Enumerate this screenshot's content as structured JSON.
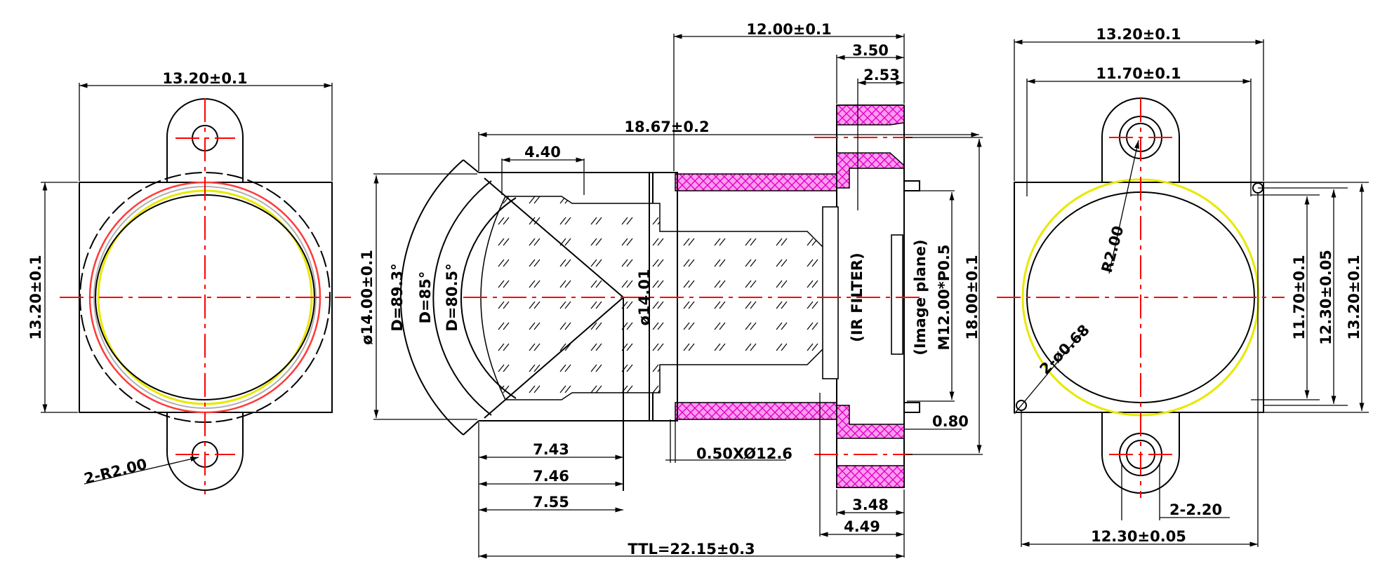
{
  "left_view": {
    "width_dim": "13.20±0.1",
    "height_dim": "13.20±0.1",
    "hole_radius": "2-R2.00"
  },
  "center_view": {
    "overall_length": "12.00±0.1",
    "filter_offset": "3.50",
    "filter_thickness": "2.53",
    "barrel_length": "18.67±0.2",
    "front_length": "4.40",
    "outer_diameter": "ø14.00±0.1",
    "fov_89": "D=89.3°",
    "fov_85": "D=85°",
    "fov_80": "D=80.5°",
    "lens_diameter": "ø14.01",
    "ir_filter": "(IR FILTER)",
    "image_plane": "(Image plane)",
    "thread": "M12.00*P0.5",
    "mount_height": "18.00±0.1",
    "gap": "0.80",
    "len_743": "7.43",
    "len_746": "7.46",
    "len_755": "7.55",
    "back_spacer": "0.50XØ12.6",
    "seat_348": "3.48",
    "seat_449": "4.49",
    "ttl": "TTL=22.15±0.3"
  },
  "right_view": {
    "top_width": "13.20±0.1",
    "inner_width": "11.70±0.1",
    "radius": "R2.00",
    "hole": "2-ø0.68",
    "h_1170": "11.70±0.1",
    "h_1230": "12.30±0.05",
    "h_1320": "13.20±0.1",
    "slot": "2-2.20",
    "bottom_width": "12.30±0.05"
  },
  "colors": {
    "centerline": "#ff0000",
    "hatch": "#ff00ff",
    "yellow_ring": "#e8e800",
    "pink_ring": "#ff6fa0"
  }
}
